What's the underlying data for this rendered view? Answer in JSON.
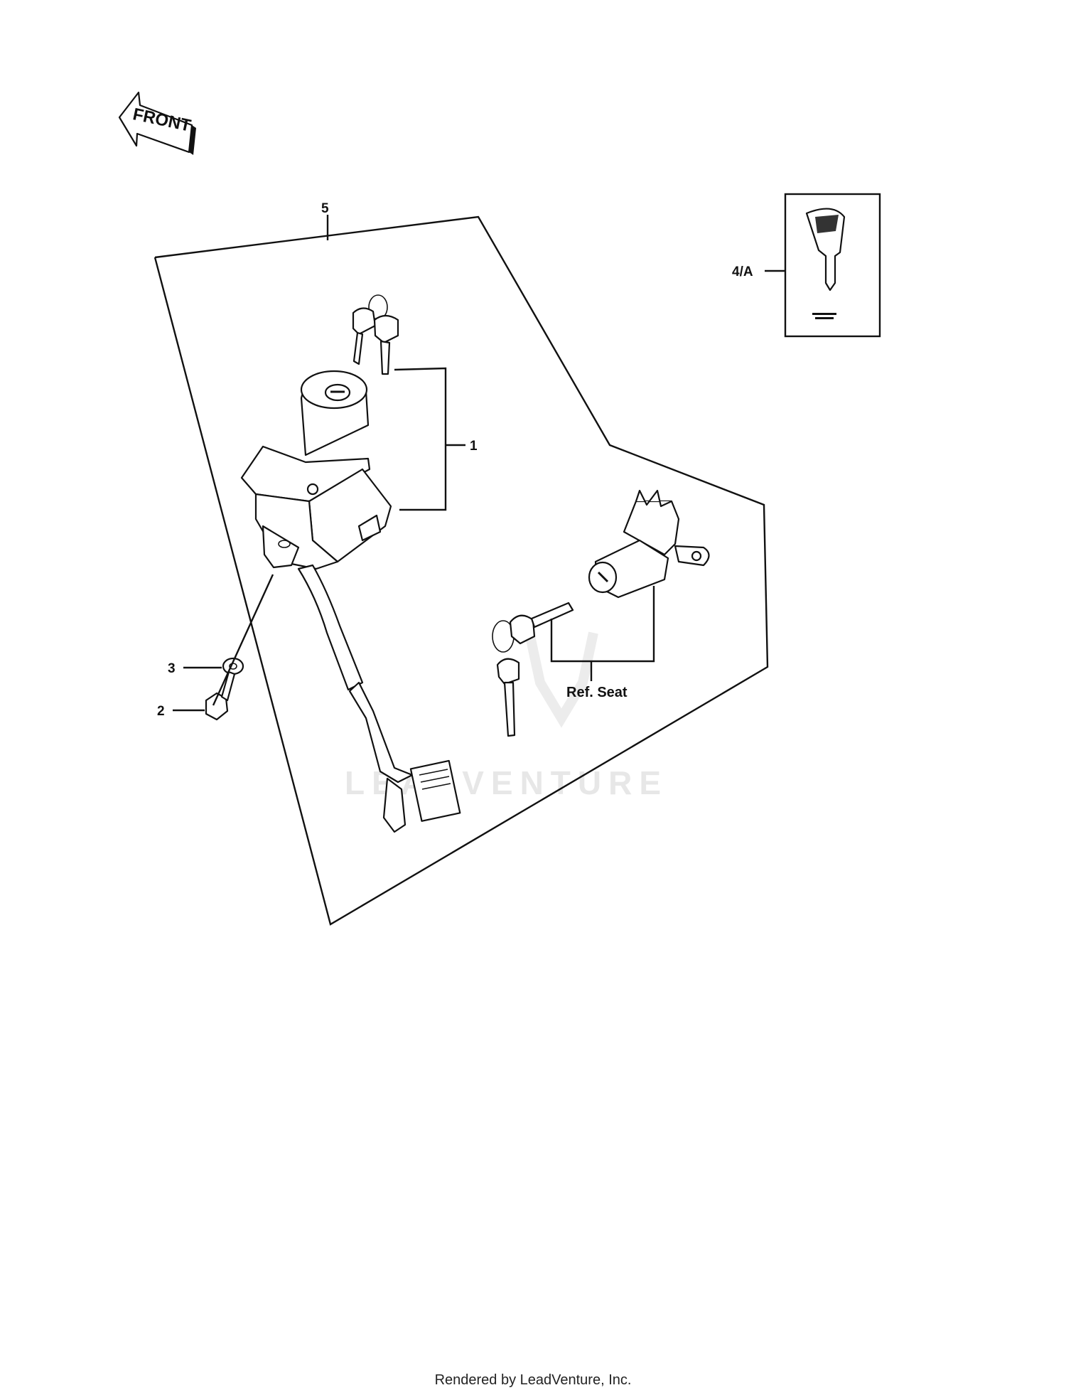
{
  "diagram": {
    "direction_arrow": "FRONT",
    "callouts": {
      "main_switch": "1",
      "bolt": "2",
      "washer": "3",
      "key_blank": "4/A",
      "set_group": "5"
    },
    "reference_label": "Ref. Seat",
    "watermark": "LEADVENTURE"
  },
  "footer": {
    "text": "Rendered by LeadVenture, Inc."
  },
  "colors": {
    "line": "#111111",
    "background": "#ffffff",
    "watermark": "#e7e7e7"
  }
}
